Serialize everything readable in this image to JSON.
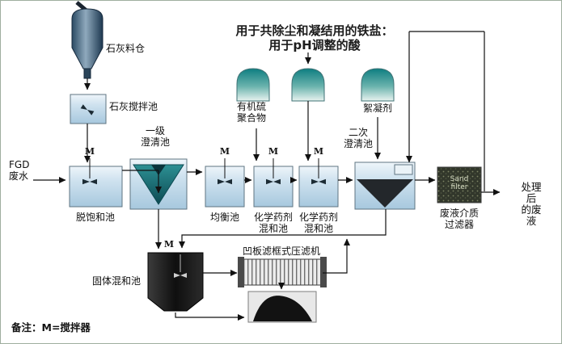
{
  "title": "FGD废水处理工艺流程图",
  "colors": {
    "water": "#aecde2",
    "vessel_teal": "#0e7e81",
    "line": "#111111",
    "frame_border": "#9fae9f"
  },
  "note_top": {
    "text": "用于共除尘和凝结用的铁盐：\n用于pH调整的酸"
  },
  "io": {
    "input": "FGD\n废水",
    "output": "处理后\n的废液"
  },
  "mixer": {
    "symbol": "M"
  },
  "footer_note": "备注：M=搅拌器",
  "vessels": {
    "lime_silo": "石灰料仓",
    "lime_mix_tank": "石灰搅拌池",
    "desaturation_tank": "脱饱和池",
    "primary_clarifier": "一级\n澄清池",
    "equalization_tank": "均衡池",
    "chem_mix_tank_1": "化学药剂\n混和池",
    "chem_mix_tank_2": "化学药剂\n混和池",
    "organic_sulfide": "有机硫\n聚合物",
    "flocculant": "絮凝剂",
    "secondary_clarifier": "二次\n澄清池",
    "media_filter": "废液介质\n过滤器",
    "media_filter_inner": "Sand\nfilter",
    "solids_mix_tank": "固体混和池",
    "filter_press": "凹板滤框式压滤机"
  }
}
